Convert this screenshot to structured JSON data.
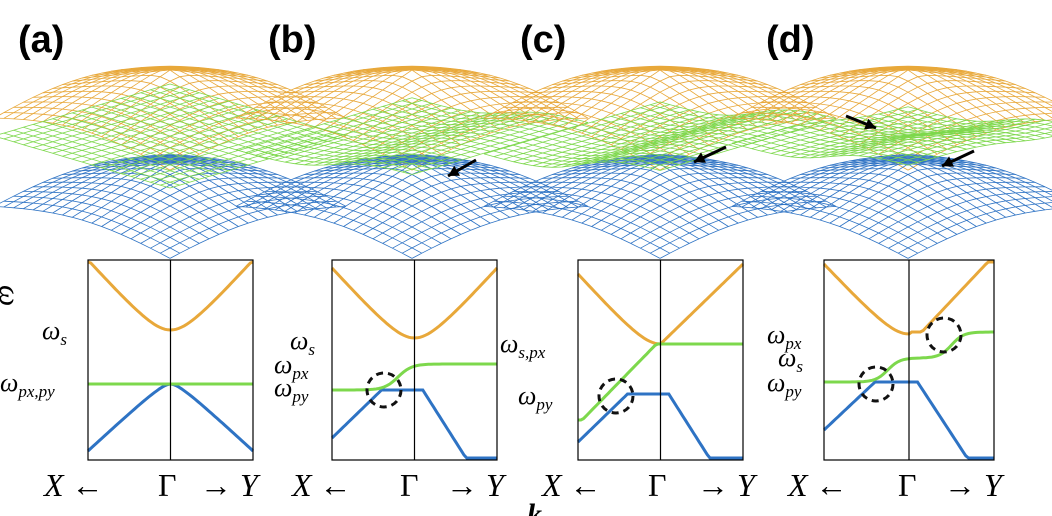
{
  "figure": {
    "omega_symbol": "ω",
    "k_label": "k",
    "colors": {
      "orange": "#e8a83a",
      "green": "#7dd84c",
      "blue": "#2e73c4",
      "frame": "#000000",
      "circle": "#111111"
    },
    "panels": [
      {
        "label": "(a)",
        "levels": [
          "ω",
          "ω"
        ],
        "level_subs": [
          "s",
          "px,py"
        ],
        "x_left": "X ←",
        "x_mid": "Γ",
        "x_right": "→ Y",
        "circles": 0,
        "arrows": 0
      },
      {
        "label": "(b)",
        "levels": [
          "ω",
          "ω",
          "ω"
        ],
        "level_subs": [
          "s",
          "px",
          "py"
        ],
        "x_left": "X ←",
        "x_mid": "Γ",
        "x_right": "→ Y",
        "circles": 1,
        "arrows": 1
      },
      {
        "label": "(c)",
        "levels": [
          "ω",
          "ω"
        ],
        "level_subs": [
          "s,px",
          "py"
        ],
        "x_left": "X ←",
        "x_mid": "Γ",
        "x_right": "→ Y",
        "circles": 1,
        "arrows": 1
      },
      {
        "label": "(d)",
        "levels": [
          "ω",
          "ω",
          "ω"
        ],
        "level_subs": [
          "px",
          "s",
          "py"
        ],
        "x_left": "X ←",
        "x_mid": "Γ",
        "x_right": "→ Y",
        "circles": 2,
        "arrows": 2
      }
    ]
  }
}
